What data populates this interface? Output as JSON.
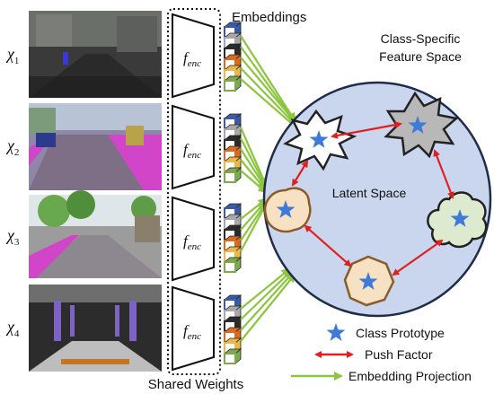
{
  "inputs": [
    {
      "sym": "χ",
      "sub": "1",
      "enc": "f",
      "enc_sub": "enc"
    },
    {
      "sym": "χ",
      "sub": "2",
      "enc": "f",
      "enc_sub": "enc"
    },
    {
      "sym": "χ",
      "sub": "3",
      "enc": "f",
      "enc_sub": "enc"
    },
    {
      "sym": "χ",
      "sub": "4",
      "enc": "f",
      "enc_sub": "enc"
    }
  ],
  "labels": {
    "embeddings": "Embeddings",
    "shared_weights": "Shared Weights",
    "feature_space_line1": "Class-Specific",
    "feature_space_line2": "Feature Space",
    "latent_space": "Latent Space"
  },
  "legend": {
    "prototype": "Class Prototype",
    "push": "Push Factor",
    "projection": "Embedding Projection"
  },
  "colors": {
    "latent_fill": "#c9d6ee",
    "latent_stroke": "#1f2d4a",
    "star": "#3f7ad6",
    "push_arrow": "#e02020",
    "projection_arrow": "#8cc63f",
    "embed_colors": [
      "#3b5ba8",
      "#a8a8a8",
      "#2b2b2b",
      "#d96a1e",
      "#e8b84a",
      "#7daa4e"
    ]
  }
}
